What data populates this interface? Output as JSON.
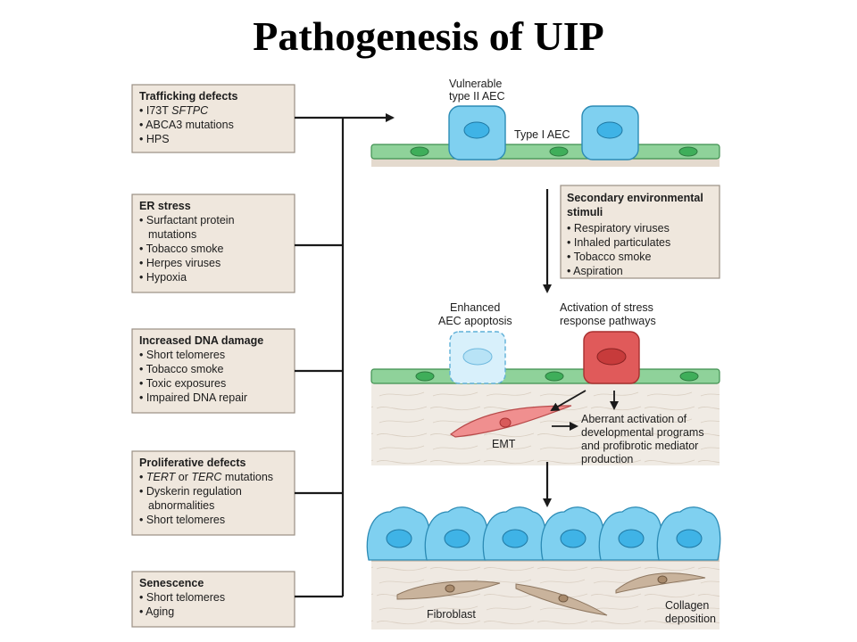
{
  "title": "Pathogenesis of UIP",
  "colors": {
    "box_fill": "#efe7dd",
    "box_border": "#9a8f84",
    "epithelium": "#8fd29a",
    "epithelium_border": "#3f8f4f",
    "aec2_fill": "#7fd0f0",
    "stress_cell_fill": "#e05a5a",
    "tissue": "#e4dace",
    "fibroblast": "#c9b39c"
  },
  "icons": [
    "arrow-icon"
  ],
  "cause_boxes": [
    {
      "heading": "Trafficking defects",
      "items": [
        [
          {
            "t": "I73T "
          },
          {
            "t": "SFTPC",
            "i": true
          }
        ],
        [
          {
            "t": "ABCA3 mutations"
          }
        ],
        [
          {
            "t": "HPS"
          }
        ]
      ]
    },
    {
      "heading": "ER stress",
      "items": [
        [
          {
            "t": "Surfactant protein"
          }
        ],
        [
          {
            "t": "mutations",
            "cont": true
          }
        ],
        [
          {
            "t": "Tobacco smoke"
          }
        ],
        [
          {
            "t": "Herpes viruses"
          }
        ],
        [
          {
            "t": "Hypoxia"
          }
        ]
      ]
    },
    {
      "heading": "Increased DNA damage",
      "items": [
        [
          {
            "t": "Short telomeres"
          }
        ],
        [
          {
            "t": "Tobacco smoke"
          }
        ],
        [
          {
            "t": "Toxic exposures"
          }
        ],
        [
          {
            "t": "Impaired DNA repair"
          }
        ]
      ]
    },
    {
      "heading": "Proliferative defects",
      "items": [
        [
          {
            "t": "TERT",
            "i": true
          },
          {
            "t": " or "
          },
          {
            "t": "TERC",
            "i": true
          },
          {
            "t": " mutations"
          }
        ],
        [
          {
            "t": "Dyskerin regulation"
          }
        ],
        [
          {
            "t": "abnormalities",
            "cont": true
          }
        ],
        [
          {
            "t": "Short telomeres"
          }
        ]
      ]
    },
    {
      "heading": "Senescence",
      "items": [
        [
          {
            "t": "Short telomeres"
          }
        ],
        [
          {
            "t": "Aging"
          }
        ]
      ]
    }
  ],
  "environment_box": {
    "heading_lines": [
      "Secondary environmental",
      "stimuli"
    ],
    "items": [
      "Respiratory viruses",
      "Inhaled particulates",
      "Tobacco smoke",
      "Aspiration"
    ]
  },
  "labels": {
    "vulnerable_aec": [
      "Vulnerable",
      "type II AEC"
    ],
    "type1_aec": "Type I AEC",
    "enhanced_apoptosis": [
      "Enhanced",
      "AEC apoptosis"
    ],
    "stress_activation": [
      "Activation of stress",
      "response pathways"
    ],
    "emt": "EMT",
    "aberrant": [
      "Aberrant activation of",
      "developmental programs",
      "and profibrotic mediator",
      "production"
    ],
    "fibroblast": "Fibroblast",
    "collagen": [
      "Collagen",
      "deposition"
    ]
  }
}
